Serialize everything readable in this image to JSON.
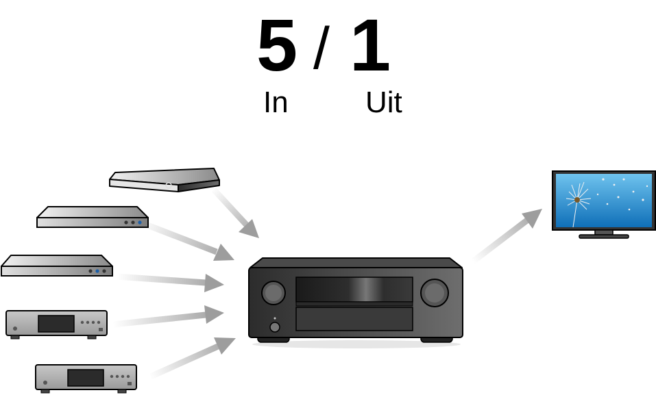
{
  "header": {
    "inputs_count": "5",
    "separator": "/",
    "outputs_count": "1",
    "inputs_label": "In",
    "outputs_label": "Uit"
  },
  "colors": {
    "device_dark": "#3a3a3a",
    "device_light": "#bdbdbd",
    "arrow": "#a8a8a8",
    "screen_sky": "#1e8fd0"
  },
  "icons": {
    "sources": [
      "streaming-box-icon",
      "disc-player-icon",
      "disc-player-icon",
      "cd-player-icon",
      "cd-player-icon"
    ],
    "hub": "av-receiver-icon",
    "output": "tv-icon"
  }
}
